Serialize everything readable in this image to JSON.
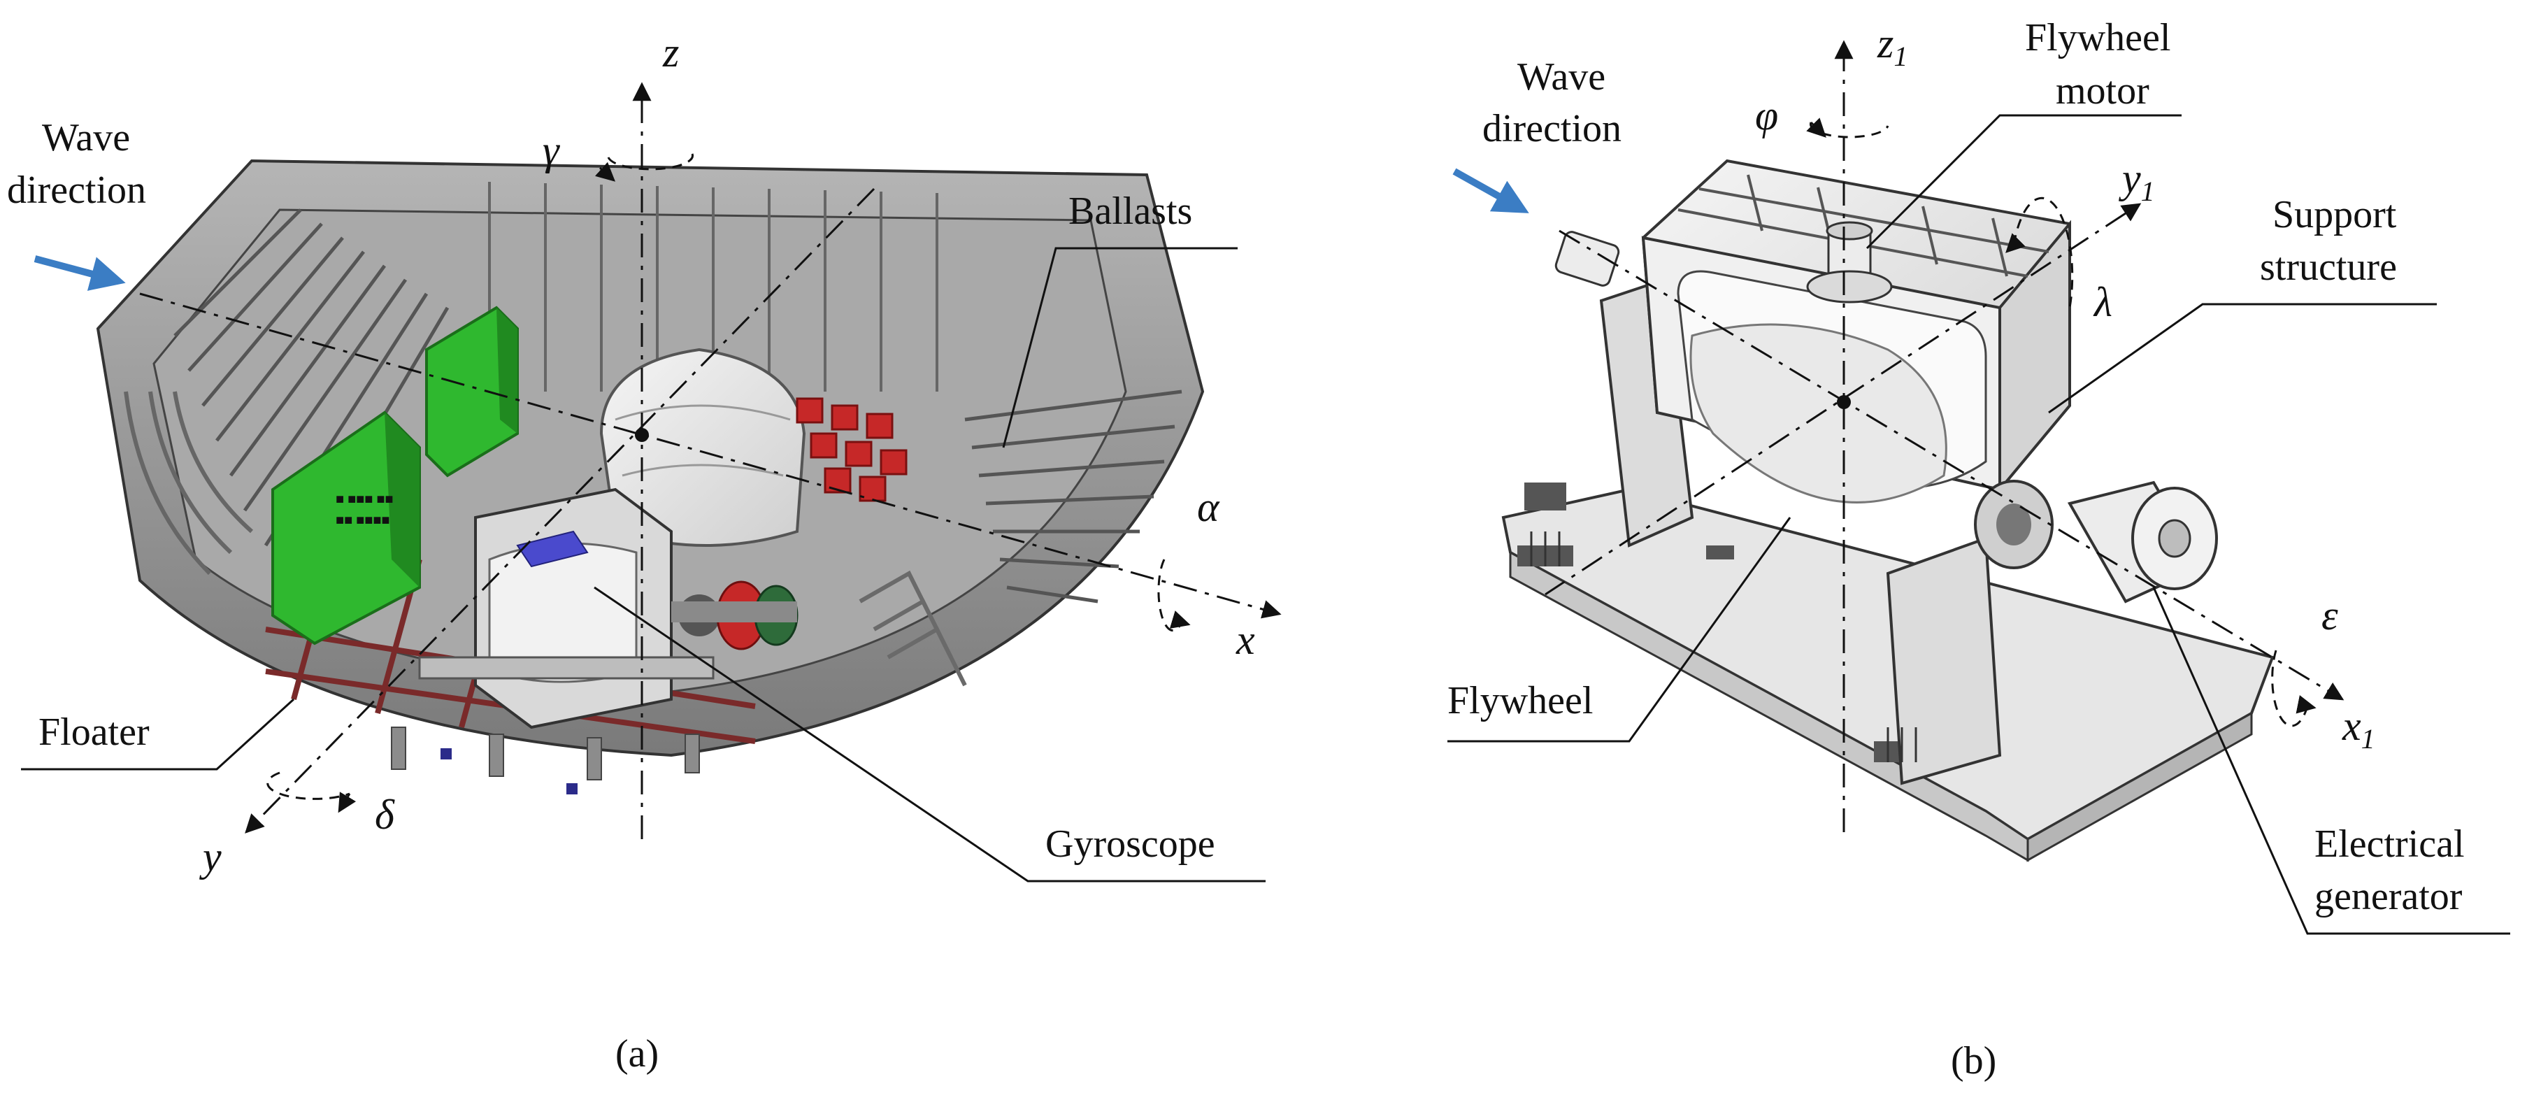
{
  "panel_a": {
    "caption": "(a)",
    "labels": {
      "wave_line1": "Wave",
      "wave_line2": "direction",
      "ballasts": "Ballasts",
      "floater": "Floater",
      "gyroscope": "Gyroscope"
    },
    "axes": {
      "z": "z",
      "x": "x",
      "y": "y",
      "gamma": "γ",
      "alpha": "α",
      "delta": "δ"
    }
  },
  "panel_b": {
    "caption": "(b)",
    "labels": {
      "wave_line1": "Wave",
      "wave_line2": "direction",
      "flywheel_motor_line1": "Flywheel",
      "flywheel_motor_line2": "motor",
      "support_line1": "Support",
      "support_line2": "structure",
      "flywheel": "Flywheel",
      "generator_line1": "Electrical",
      "generator_line2": "generator"
    },
    "axes": {
      "z1": "z",
      "z1_sub": "1",
      "y1": "y",
      "y1_sub": "1",
      "x1": "x",
      "x1_sub": "1",
      "phi": "φ",
      "lambda": "λ",
      "epsilon": "ε"
    }
  },
  "colors": {
    "arrow_blue": "#3b7dc4",
    "ballast_red": "#c62828",
    "floater_green": "#2fb82f",
    "gyro_blue": "#4a4acd",
    "hull_gray": "#9e9e9e",
    "hull_dark": "#6e6e6e"
  }
}
